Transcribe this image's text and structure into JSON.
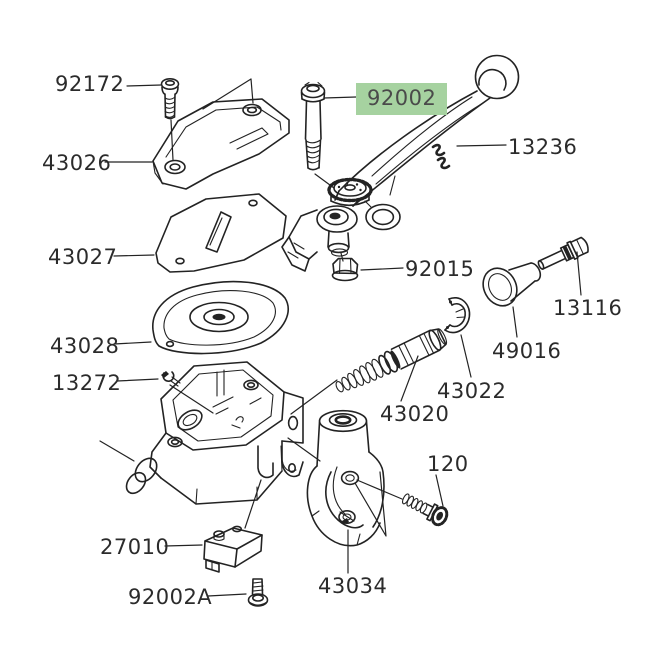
{
  "diagram": {
    "highlight_color": "#a6d2a0",
    "line_color": "#232323",
    "background_color": "#ffffff",
    "labels": [
      {
        "text": "92172",
        "highlighted": false
      },
      {
        "text": "43026",
        "highlighted": false
      },
      {
        "text": "43027",
        "highlighted": false
      },
      {
        "text": "43028",
        "highlighted": false
      },
      {
        "text": "13272",
        "highlighted": false
      },
      {
        "text": "27010",
        "highlighted": false
      },
      {
        "text": "92002A",
        "highlighted": false
      },
      {
        "text": "92002",
        "highlighted": true
      },
      {
        "text": "13236",
        "highlighted": false
      },
      {
        "text": "92015",
        "highlighted": false
      },
      {
        "text": "13116",
        "highlighted": false
      },
      {
        "text": "49016",
        "highlighted": false
      },
      {
        "text": "43022",
        "highlighted": false
      },
      {
        "text": "43020",
        "highlighted": false
      },
      {
        "text": "120",
        "highlighted": false
      },
      {
        "text": "43034",
        "highlighted": false
      }
    ]
  }
}
